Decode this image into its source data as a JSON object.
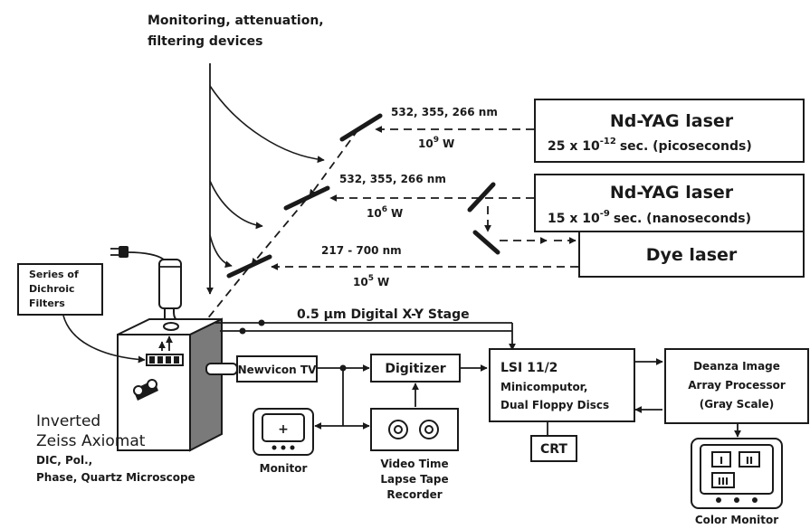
{
  "diagram": {
    "monitoring_label": [
      "Monitoring, attenuation,",
      "filtering devices"
    ],
    "laser1": {
      "name": "Nd-YAG laser",
      "pulse": "25 x 10",
      "pulse_exp": "-12",
      "pulse_unit": "sec. (picoseconds)",
      "wavelengths": "532, 355, 266 nm",
      "power": "10",
      "power_exp": "9",
      "power_unit": "W"
    },
    "laser2": {
      "name": "Nd-YAG laser",
      "pulse": "15 x 10",
      "pulse_exp": "-9",
      "pulse_unit": "sec. (nanoseconds)",
      "wavelengths": "532, 355, 266 nm",
      "power": "10",
      "power_exp": "6",
      "power_unit": "W"
    },
    "dye_laser": {
      "name": "Dye laser",
      "wavelengths": "217 - 700 nm",
      "power": "10",
      "power_exp": "5",
      "power_unit": "W"
    },
    "dichroic_label": [
      "Series of",
      "Dichroic",
      "Filters"
    ],
    "stage_label": "0.5 µm  Digital  X-Y  Stage",
    "microscope_label": [
      "Inverted",
      "Zeiss Axiomat"
    ],
    "microscope_sub": [
      "DIC, Pol.,",
      "Phase, Quartz Microscope"
    ],
    "newvicon": "Newvicon TV",
    "digitizer": "Digitizer",
    "lsi": [
      "LSI 11/2",
      "Minicomputor,",
      "Dual Floppy Discs"
    ],
    "deanza": [
      "Deanza Image",
      "Array Processor",
      "(Gray Scale)"
    ],
    "crt": "CRT",
    "monitor_label": "Monitor",
    "monitor_symbol": "+",
    "vtr_label": [
      "Video Time",
      "Lapse Tape",
      "Recorder"
    ],
    "color_monitor_label": "Color Monitor",
    "color_monitor_panels": [
      "I",
      "II",
      "III"
    ]
  }
}
